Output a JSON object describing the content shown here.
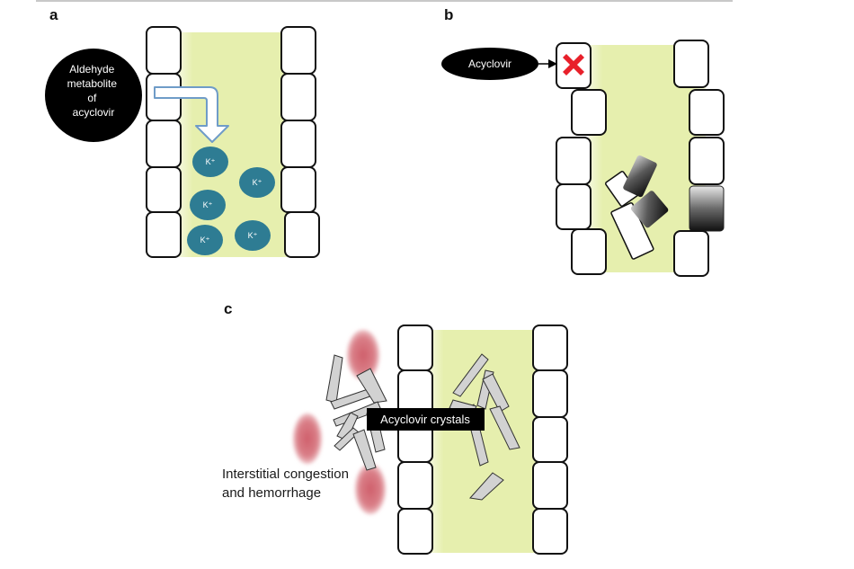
{
  "panels": {
    "a": {
      "label": "a",
      "metabolite_lines": [
        "Aldehyde",
        "metabolite",
        "of",
        "acyclovir"
      ],
      "ion_label": "K⁺",
      "ion_count": 5
    },
    "b": {
      "label": "b",
      "drug_label": "Acyclovir"
    },
    "c": {
      "label": "c",
      "crystals_label": "Acyclovir crystals",
      "congestion_lines": [
        "Interstitial congestion",
        "and hemorrhage"
      ]
    }
  },
  "colors": {
    "lumen": "#e8f0b0",
    "lumen_edge": "#c9d98a",
    "cell_fill": "#ffffff",
    "cell_stroke": "#111111",
    "bubble": "#000000",
    "potassium": "#2e7c93",
    "arrow_outline": "#6f9cc8",
    "block_mark": "#e8202a",
    "crystal": "#d2d2d2",
    "hemorrhage": "#d5707a",
    "label_box": "#000000"
  },
  "icons": {
    "transport_arrow": "bent-arrow-icon",
    "blocked_transport": "red-x-icon"
  }
}
